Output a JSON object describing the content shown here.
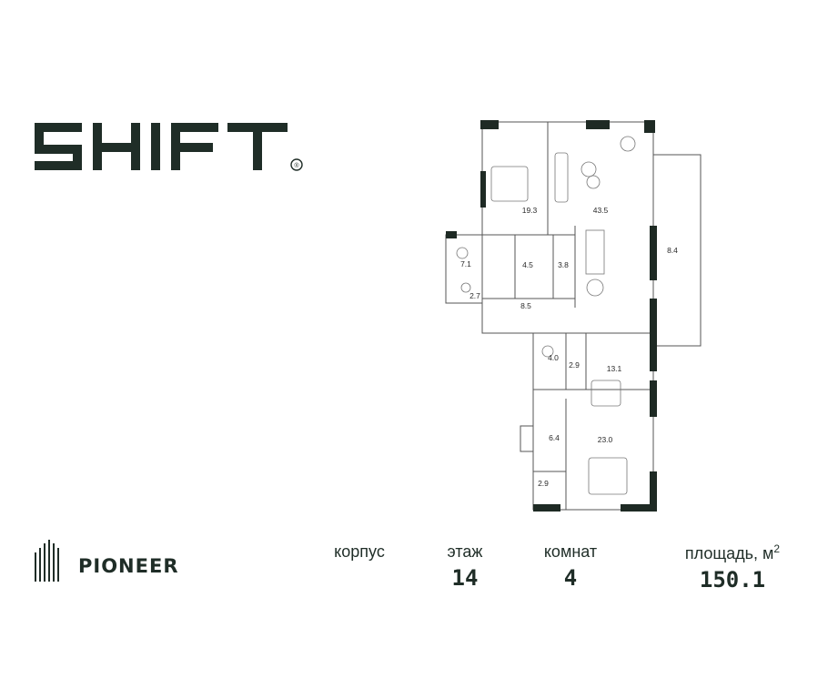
{
  "brand": {
    "name": "SHIFT",
    "registered_mark": "®"
  },
  "developer": {
    "name": "PIONEER"
  },
  "plan": {
    "rooms": [
      {
        "id": "bedroom-1",
        "area": "19.3"
      },
      {
        "id": "living-kitchen",
        "area": "43.5"
      },
      {
        "id": "loggia",
        "area": "8.4"
      },
      {
        "id": "bathroom-1",
        "area": "7.1"
      },
      {
        "id": "wardrobe-1",
        "area": "4.5"
      },
      {
        "id": "storage-1",
        "area": "3.8"
      },
      {
        "id": "wc-1",
        "area": "2.7"
      },
      {
        "id": "hall",
        "area": "8.5"
      },
      {
        "id": "bathroom-2",
        "area": "4.0"
      },
      {
        "id": "corridor",
        "area": "2.9"
      },
      {
        "id": "bedroom-2",
        "area": "13.1"
      },
      {
        "id": "bathroom-3",
        "area": "6.4"
      },
      {
        "id": "bedroom-3",
        "area": "23.0"
      },
      {
        "id": "wardrobe-2",
        "area": "2.9"
      }
    ]
  },
  "info": {
    "korpus_label": "корпус",
    "korpus_value": "",
    "floor_label": "этаж",
    "floor_value": "14",
    "rooms_label": "комнат",
    "rooms_value": "4",
    "area_label": "площадь, м",
    "area_unit_sup": "2",
    "area_value": "150.1"
  },
  "colors": {
    "brand": "#1f2d27",
    "wall": "#1e2a24",
    "line": "#555555"
  }
}
